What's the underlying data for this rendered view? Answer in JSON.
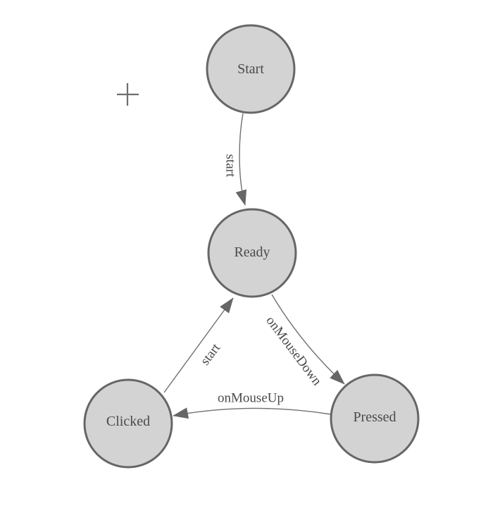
{
  "diagram": {
    "kind": "finite-state-machine",
    "background": "#ffffff",
    "colors": {
      "node_fill": "#d3d3d3",
      "node_stroke": "#666666",
      "node_text": "#4a4a4a",
      "edge_stroke": "#707070",
      "edge_label_text": "#4a4a4a",
      "arrow_fill": "#666666",
      "crosshair": "#6e6e6e"
    },
    "nodes": [
      {
        "id": "start",
        "label": "Start"
      },
      {
        "id": "ready",
        "label": "Ready"
      },
      {
        "id": "clicked",
        "label": "Clicked"
      },
      {
        "id": "pressed",
        "label": "Pressed"
      }
    ],
    "edges": [
      {
        "id": "start-to-ready",
        "from": "Start",
        "to": "Ready",
        "label": "start"
      },
      {
        "id": "ready-to-pressed",
        "from": "Ready",
        "to": "Pressed",
        "label": "onMouseDown"
      },
      {
        "id": "pressed-to-clicked",
        "from": "Pressed",
        "to": "Clicked",
        "label": "onMouseUp"
      },
      {
        "id": "clicked-to-ready",
        "from": "Clicked",
        "to": "Ready",
        "label": "start"
      }
    ]
  }
}
